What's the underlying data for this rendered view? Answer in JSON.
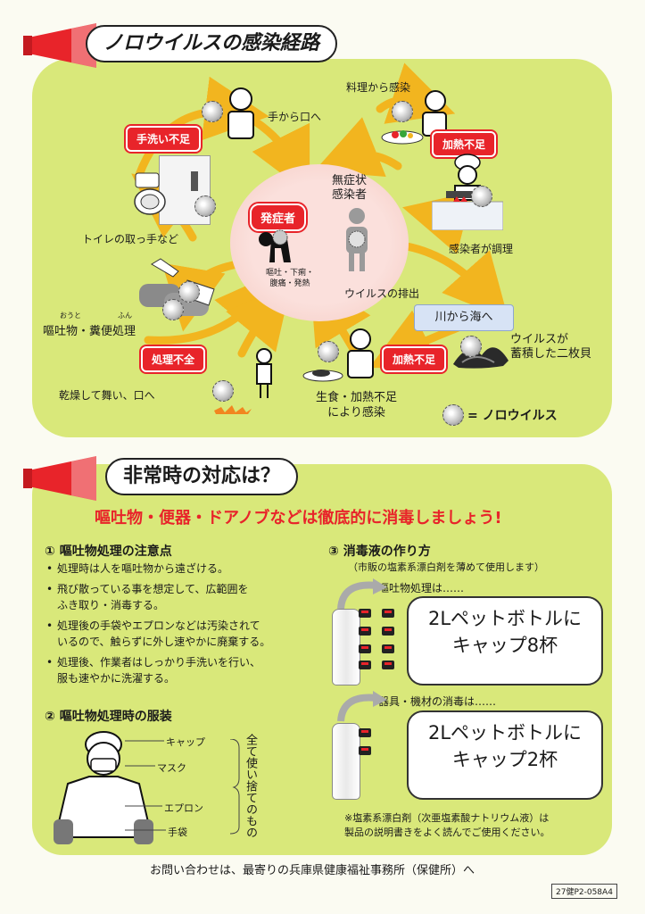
{
  "section1": {
    "title": "ノロウイルスの感染経路",
    "center": {
      "symptomatic": "発症者",
      "asymptomatic": "無症状\n感染者",
      "symptoms": "嘔吐・下痢・\n腹痛・発熱"
    },
    "routes": {
      "hand_to_mouth": "手から口へ",
      "from_cooking": "料理から感染",
      "toilet": "トイレの取っ手など",
      "infected_cook": "感染者が調理",
      "vomit_feces": "嘔吐物・糞便処理",
      "vomit_ruby": "おうと",
      "feces_ruby": "ふん",
      "virus_excretion": "ウイルスの排出",
      "river_to_sea": "川から海へ",
      "shellfish": "ウイルスが\n蓄積した二枚貝",
      "dry_airborne": "乾燥して舞い、口へ",
      "raw_food": "生食・加熱不足\nにより感染"
    },
    "bursts": {
      "handwash": "手洗い不足",
      "heating1": "加熱不足",
      "treatment": "処理不全",
      "heating2": "加熱不足"
    },
    "legend": "= ノロウイルス"
  },
  "section2": {
    "title": "非常時の対応は？",
    "headline": "嘔吐物・便器・ドアノブなどは徹底的に消毒しましょう!",
    "notes_title": "① 嘔吐物処理の注意点",
    "notes": [
      "処理時は人を嘔吐物から遠ざける。",
      "飛び散っている事を想定して、広範囲を\nふき取り・消毒する。",
      "処理後の手袋やエプロンなどは汚染されて\nいるので、触らずに外し速やかに廃棄する。",
      "処理後、作業者はしっかり手洗いを行い、\n服も速やかに洗濯する。"
    ],
    "clothing_title": "② 嘔吐物処理時の服装",
    "clothing": [
      "キャップ",
      "マスク",
      "エプロン",
      "手袋"
    ],
    "clothing_note": "全て使い捨てのもの",
    "solution_title": "③ 消毒液の作り方",
    "solution_sub": "（市販の塩素系漂白剤を薄めて使用します）",
    "vomit_label": "嘔吐物処理は……",
    "vomit_callout": [
      "2Lペットボトルに",
      "キャップ8杯"
    ],
    "equip_label": "器具・機材の消毒は……",
    "equip_callout": [
      "2Lペットボトルに",
      "キャップ2杯"
    ],
    "caution": "※塩素系漂白剤（次亜塩素酸ナトリウム液）は\n製品の説明書きをよく読んでご使用ください。"
  },
  "footer": {
    "contact": "お問い合わせは、最寄りの兵庫県健康福祉事務所（保健所）へ",
    "code": "27健P2-058A4"
  },
  "colors": {
    "panel": "#d9e87a",
    "red": "#e8242a",
    "arrow": "#f2b51f"
  }
}
